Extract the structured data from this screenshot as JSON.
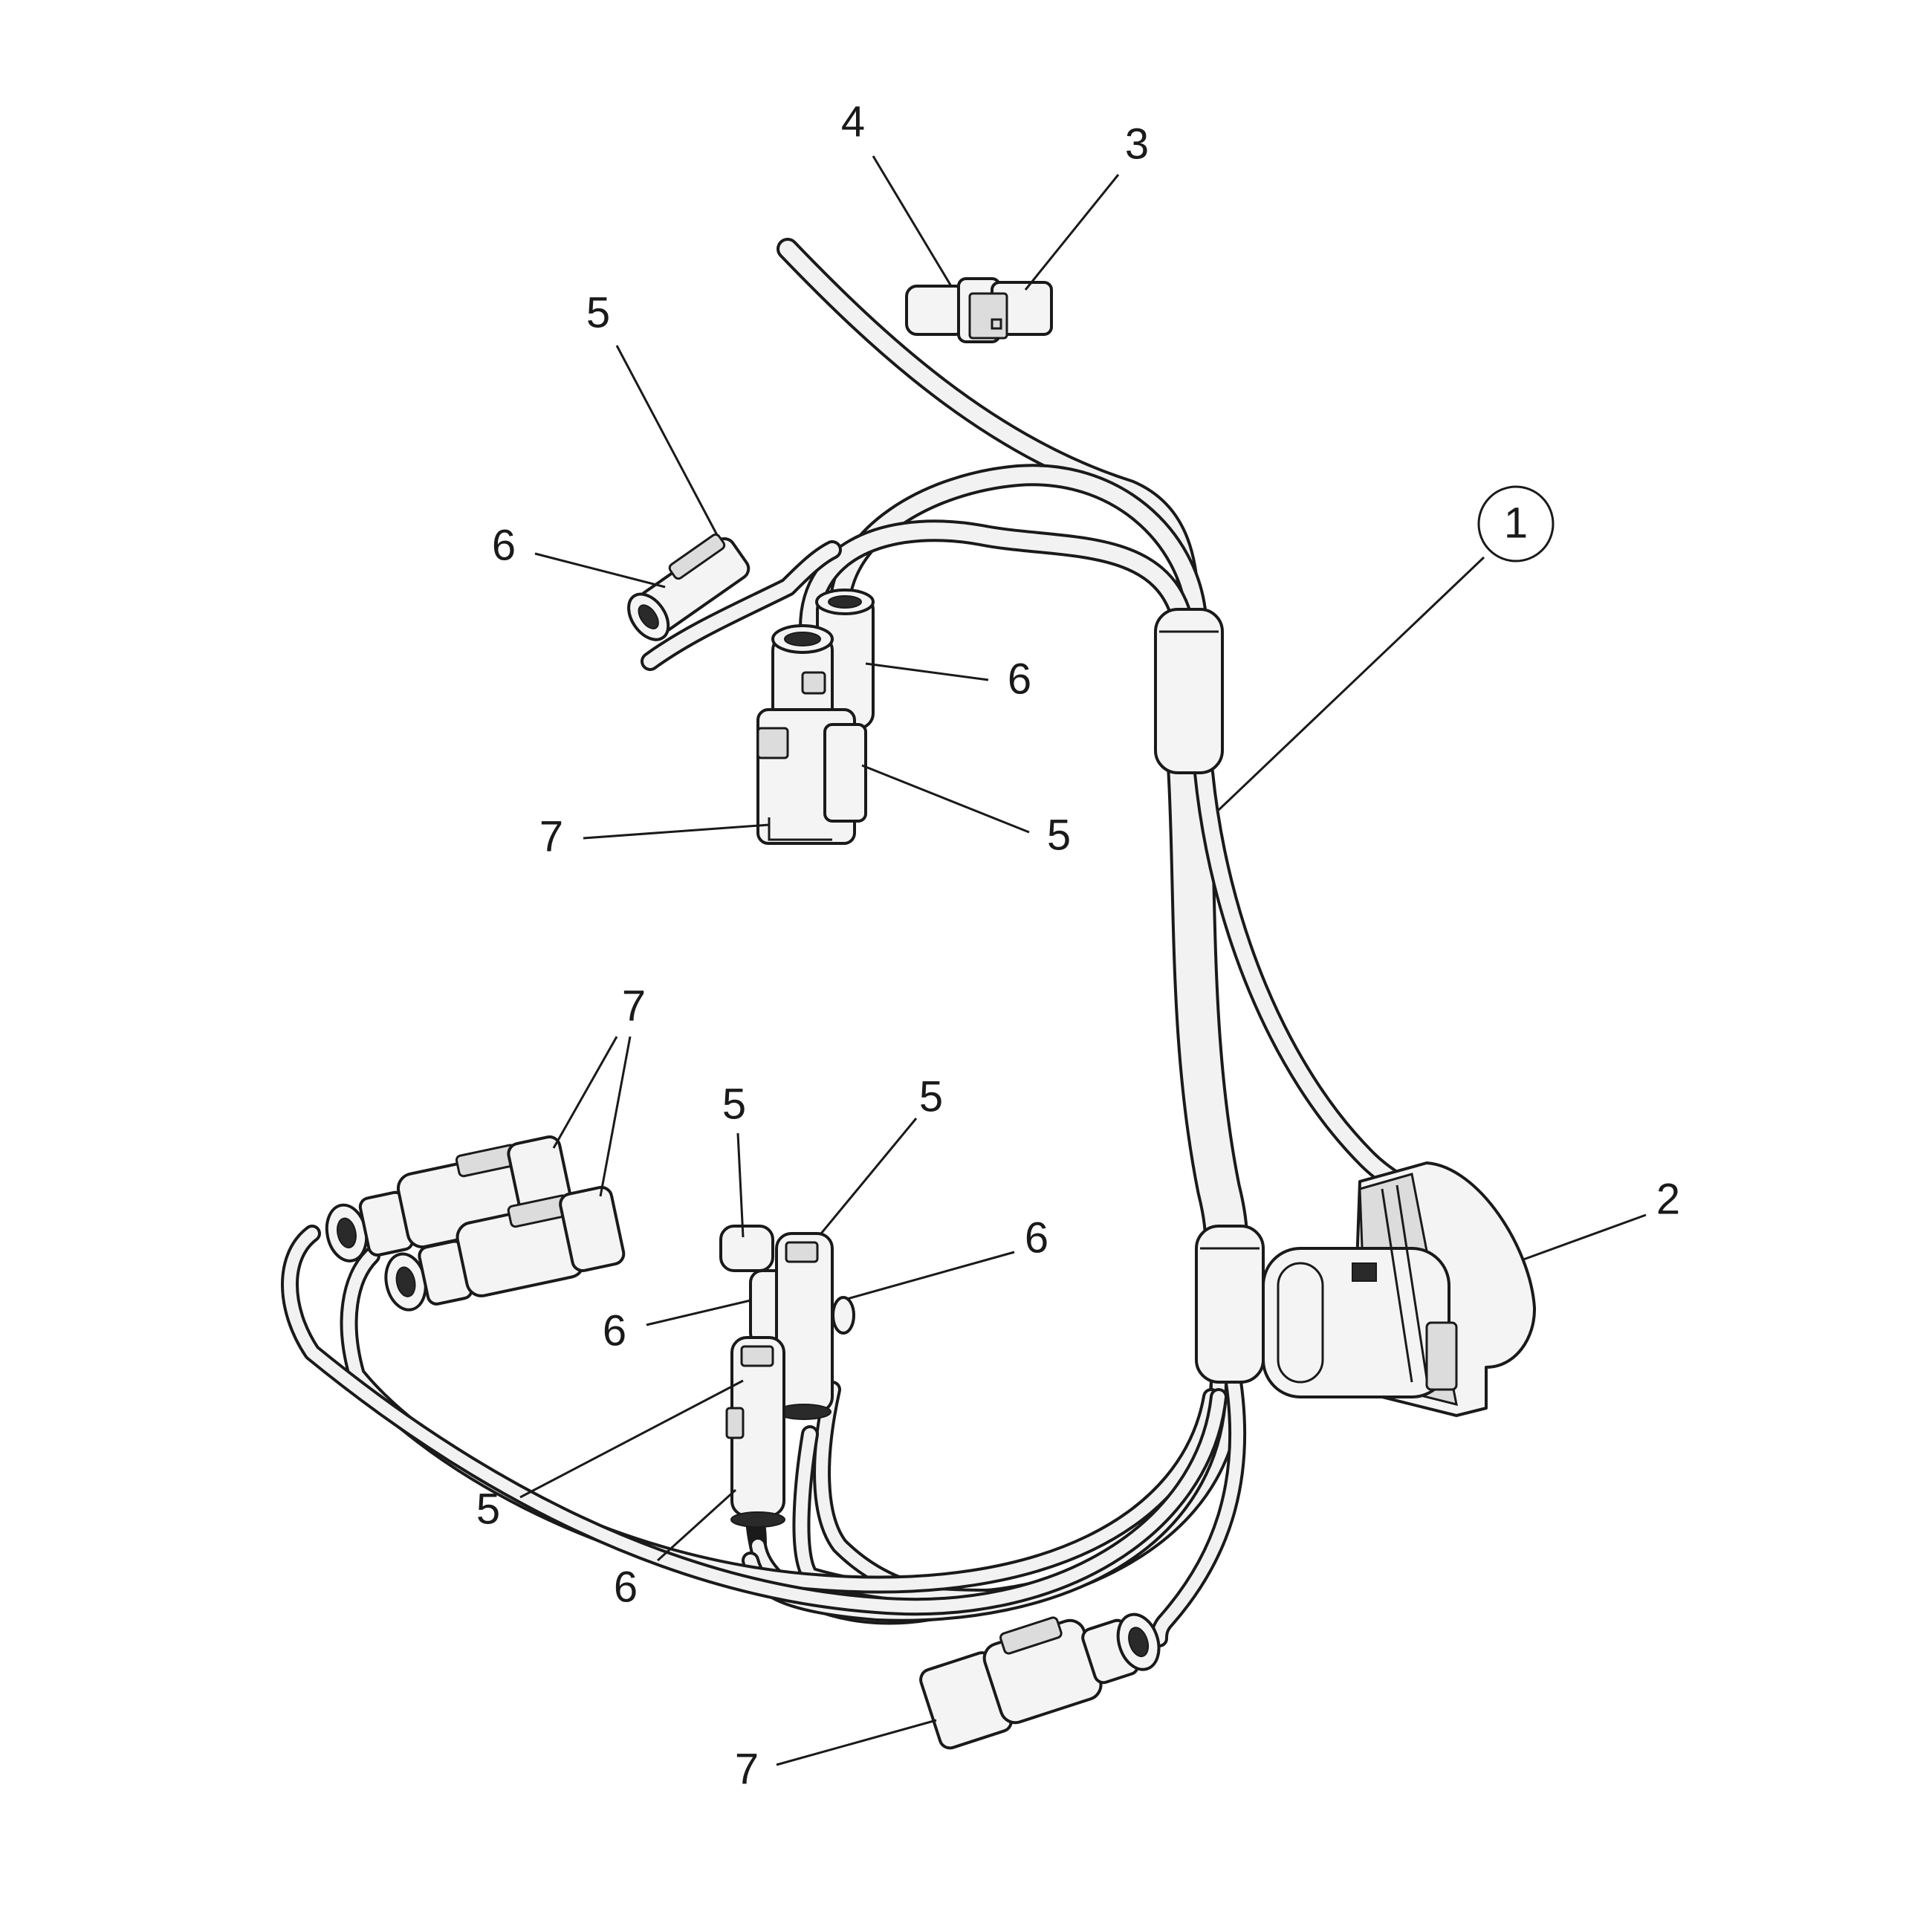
{
  "callouts": {
    "c1": "1",
    "c2": "2",
    "c3": "3",
    "c4": "4",
    "c5a": "5",
    "c6a": "6",
    "c6b": "6",
    "c7a": "7",
    "c5b": "5",
    "c7b": "7",
    "c5c": "5",
    "c5d": "5",
    "c6c": "6",
    "c6d": "6",
    "c5e": "5",
    "c6e": "6",
    "c7c": "7"
  }
}
